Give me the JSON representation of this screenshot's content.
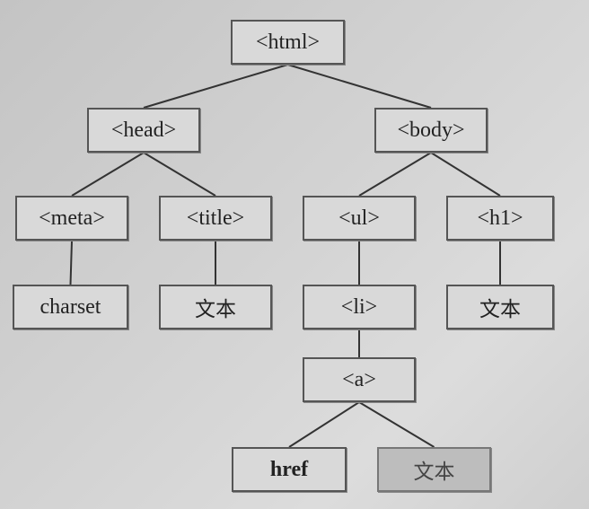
{
  "nodes": {
    "html": "<html>",
    "head": "<head>",
    "body": "<body>",
    "meta": "<meta>",
    "title": "<title>",
    "ul": "<ul>",
    "h1": "<h1>",
    "charset": "charset",
    "title_text": "文本",
    "li": "<li>",
    "h1_text": "文本",
    "a": "<a>",
    "href": "href",
    "a_text": "文本"
  },
  "edges": [
    [
      "html",
      "head"
    ],
    [
      "html",
      "body"
    ],
    [
      "head",
      "meta"
    ],
    [
      "head",
      "title"
    ],
    [
      "body",
      "ul"
    ],
    [
      "body",
      "h1"
    ],
    [
      "meta",
      "charset"
    ],
    [
      "title",
      "title_text"
    ],
    [
      "ul",
      "li"
    ],
    [
      "li",
      "a"
    ],
    [
      "h1",
      "h1_text"
    ],
    [
      "a",
      "href"
    ],
    [
      "a",
      "a_text"
    ]
  ],
  "colors": {
    "line": "#333333",
    "node_fill": "#d9d9d9",
    "highlight_fill": "#bdbdbd"
  }
}
